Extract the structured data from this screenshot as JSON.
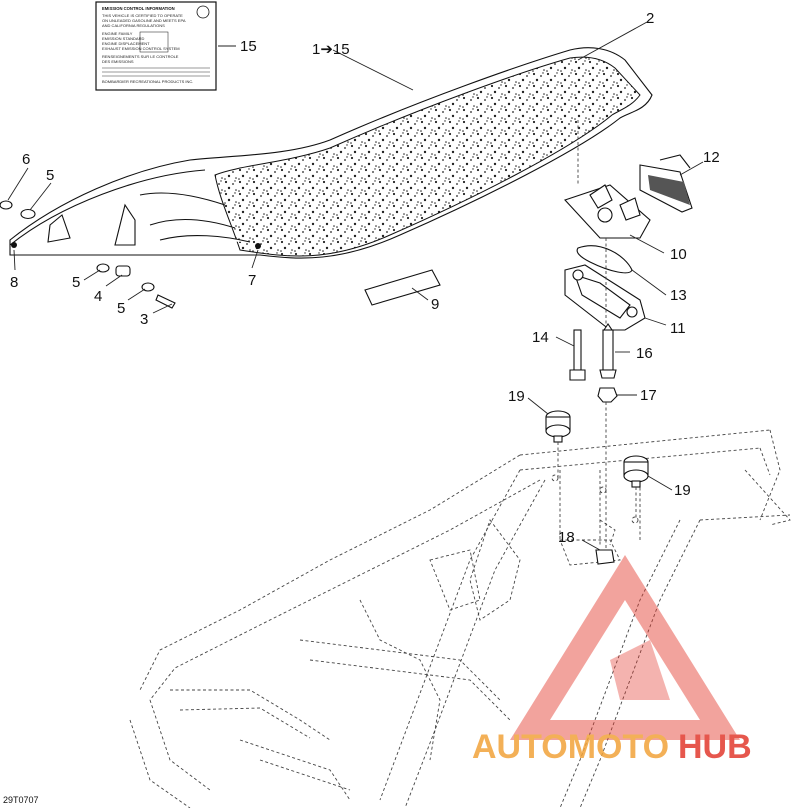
{
  "diagram": {
    "code": "29T0707",
    "callouts": [
      {
        "id": "c1",
        "text": "1➔15"
      },
      {
        "id": "c2",
        "text": "2"
      },
      {
        "id": "c3",
        "text": "3"
      },
      {
        "id": "c4",
        "text": "4"
      },
      {
        "id": "c5a",
        "text": "5"
      },
      {
        "id": "c5b",
        "text": "5"
      },
      {
        "id": "c5c",
        "text": "5"
      },
      {
        "id": "c6",
        "text": "6"
      },
      {
        "id": "c7",
        "text": "7"
      },
      {
        "id": "c8",
        "text": "8"
      },
      {
        "id": "c9",
        "text": "9"
      },
      {
        "id": "c10",
        "text": "10"
      },
      {
        "id": "c11",
        "text": "11"
      },
      {
        "id": "c12",
        "text": "12"
      },
      {
        "id": "c13",
        "text": "13"
      },
      {
        "id": "c14",
        "text": "14"
      },
      {
        "id": "c15",
        "text": "15"
      },
      {
        "id": "c16",
        "text": "16"
      },
      {
        "id": "c17",
        "text": "17"
      },
      {
        "id": "c18",
        "text": "18"
      },
      {
        "id": "c19a",
        "text": "19"
      },
      {
        "id": "c19b",
        "text": "19"
      }
    ]
  },
  "emission_label": {
    "title": "EMISSION CONTROL INFORMATION",
    "lines": [
      "THIS VEHICLE IS CERTIFIED TO OPERATE",
      "ON UNLEADED GASOLINE AND MEETS EPA",
      "AND CALIFORNIA REGULATIONS",
      "ENGINE FAMILY",
      "EMISSION STANDARD",
      "ENGINE DISPLACEMENT",
      "EXHAUST EMISSION CONTROL SYSTEM",
      "RENSEIGNEMENTS SUR LE CONTROLE",
      "DES EMISSIONS",
      "BOMBARDIER RECREATIONAL PRODUCTS INC."
    ]
  },
  "watermark": {
    "part1": "AUTOMOTO",
    "part2": "HUB",
    "color_primary": "#e23a2e",
    "color_secondary": "#f2a33a"
  }
}
